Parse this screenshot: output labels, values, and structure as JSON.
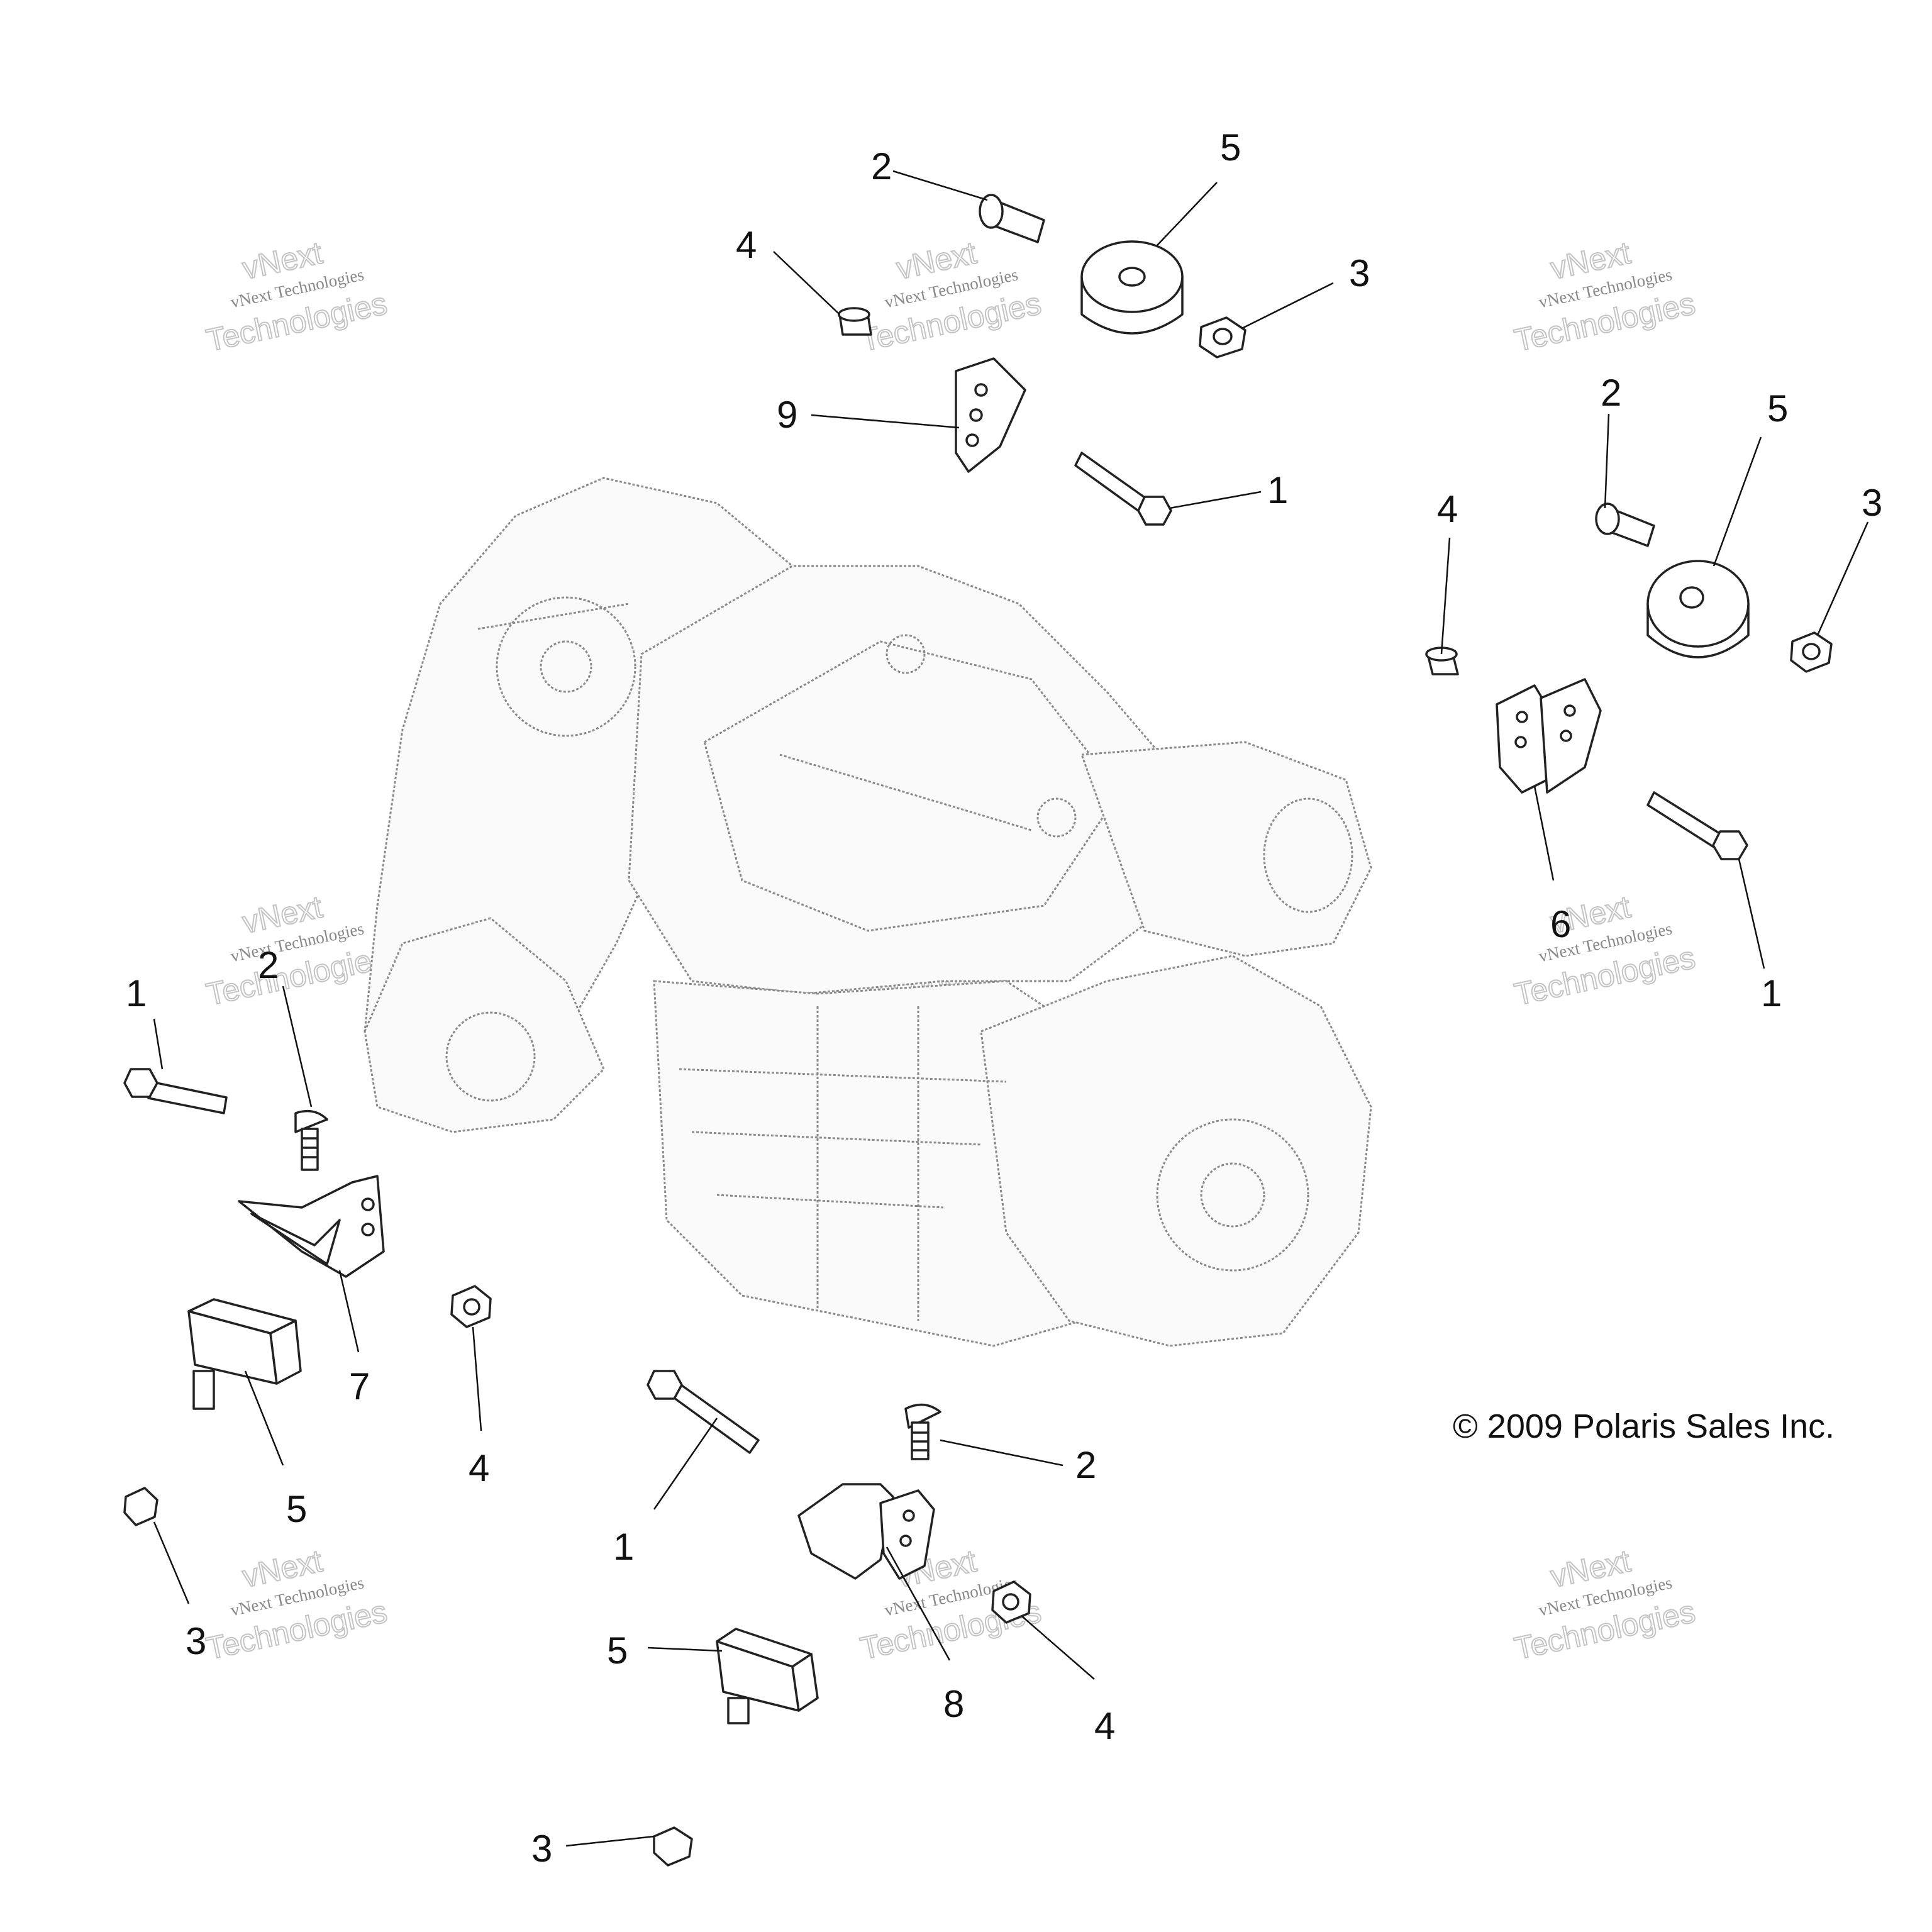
{
  "copyright": "© 2009 Polaris Sales Inc.",
  "watermark": {
    "line1": "vNext Technologies",
    "line2": "vNext",
    "line3": "Technologies"
  },
  "callouts": {
    "top_bolt": "2",
    "top_mount": "5",
    "top_washer_left": "4",
    "top_nut": "3",
    "top_bracket": "9",
    "top_long_bolt": "1",
    "right_bolt": "2",
    "right_mount": "5",
    "right_washer": "4",
    "right_nut": "3",
    "right_bracket": "6",
    "right_long_bolt": "1",
    "left_long_bolt": "1",
    "left_bolt": "2",
    "left_bracket": "7",
    "left_washer": "4",
    "left_mount": "5",
    "left_nut": "3",
    "bottom_long_bolt": "1",
    "bottom_bolt": "2",
    "bottom_bracket": "8",
    "bottom_washer": "4",
    "bottom_mount": "5",
    "bottom_nut": "3"
  }
}
